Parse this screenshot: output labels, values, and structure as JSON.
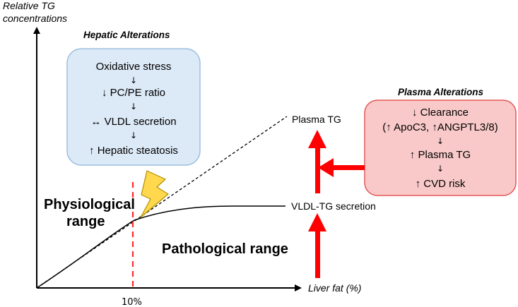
{
  "axes": {
    "y_label_line1": "Relative TG",
    "y_label_line2": "concentrations",
    "x_label": "Liver fat (%)",
    "x_tick": "10%"
  },
  "curves": {
    "plasma_tg_label": "Plasma TG",
    "vldl_label": "VLDL-TG secretion"
  },
  "regions": {
    "physiological_line1": "Physiological",
    "physiological_line2": "range",
    "pathological": "Pathological range"
  },
  "hepatic": {
    "title": "Hepatic Alterations",
    "items": [
      "Oxidative stress",
      "↓ PC/PE ratio",
      "↔ VLDL secretion",
      "↑ Hepatic steatosis"
    ],
    "arrow_glyph": "↓",
    "fill": "#dce9f6",
    "stroke": "#9dbfe0"
  },
  "plasma": {
    "title": "Plasma Alterations",
    "items": [
      "↓ Clearance",
      "(↑ ApoC3, ↑ANGPTL3/8)",
      "↑ Plasma TG",
      "↑ CVD risk"
    ],
    "arrow_glyph": "↓",
    "fill": "#f9c9c9",
    "stroke": "#e45757"
  },
  "colors": {
    "red_arrow": "#ff0000",
    "dashed_threshold": "#ff2a2a",
    "lightning_fill": "#ffd84d",
    "lightning_stroke": "#b38f00"
  }
}
